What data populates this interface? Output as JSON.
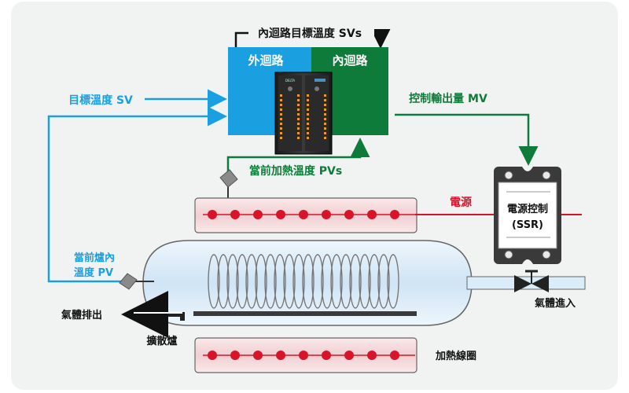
{
  "labels": {
    "inner_sv_top": "內迴路目標溫度 SVs",
    "outer_loop": "外迴路",
    "inner_loop": "內迴路",
    "target_sv": "目標溫度 SV",
    "control_mv": "控制輸出量 MV",
    "current_heating_pvs": "當前加熱溫度 PVs",
    "power": "電源",
    "ssr_line1": "電源控制",
    "ssr_line2": "(SSR)",
    "furnace_pv_line1": "當前爐內",
    "furnace_pv_line2": "溫度 PV",
    "gas_outlet": "氣體排出",
    "gas_inlet": "氣體進入",
    "diffusion_furnace": "擴散爐",
    "heating_coil": "加熱線圈"
  },
  "controller": {
    "brand": "DELTA"
  },
  "colors": {
    "outer_loop_blue": "#1a9fe0",
    "inner_loop_green": "#0f7b3a",
    "heater_red": "#d8142b",
    "signal_blue": "#1a9fe0",
    "signal_green": "#0f7b3a",
    "tube_fill": "#d9ecf8",
    "heater_fill": "#f5dedf",
    "background": "#f1f2f2"
  }
}
